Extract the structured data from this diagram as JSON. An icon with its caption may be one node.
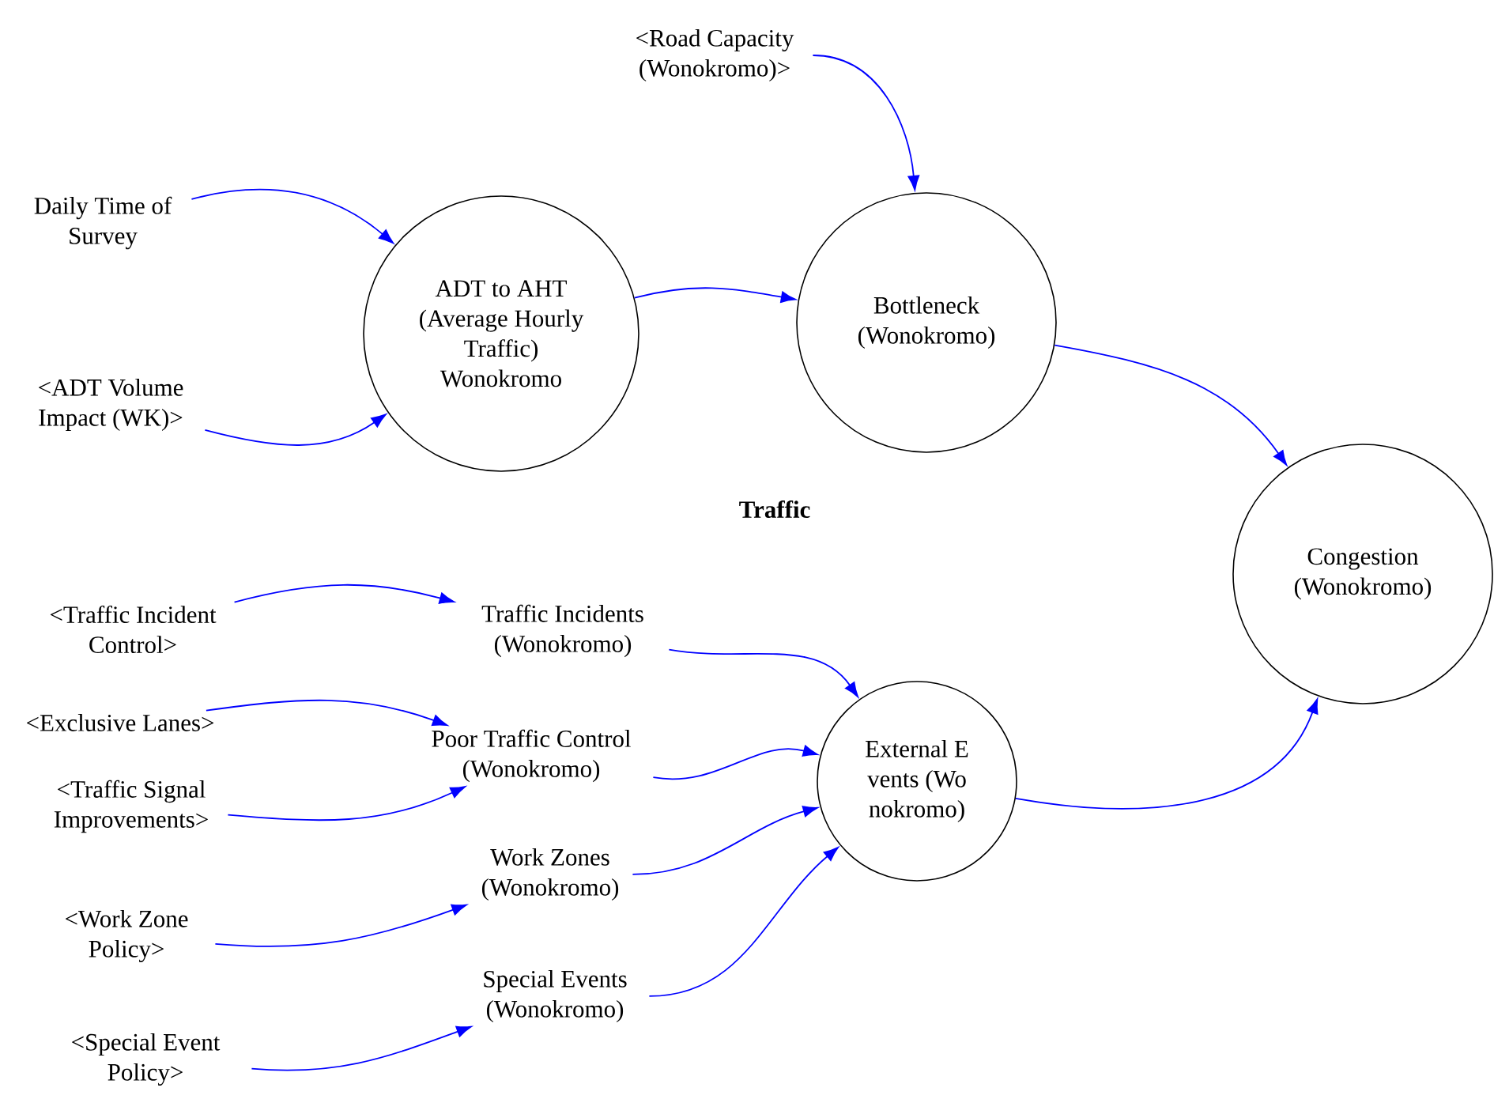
{
  "diagram": {
    "nodes": [
      {
        "text": [
          "<Road Capacity (Wonokromo)>"
        ]
      },
      {
        "text": [
          "Daily Time of Survey"
        ]
      },
      {
        "text": [
          "<ADT Volume Impact (WK)>"
        ]
      },
      {
        "text": [
          "ADT to AHT (Average Hourly Traffic) Wonokromo"
        ]
      },
      {
        "text": [
          "Bottleneck (Wonokromo)"
        ]
      },
      {
        "text": [
          "Congestion (Wonokromo)"
        ]
      },
      {
        "text": [
          "<Traffic Incident Control>"
        ]
      },
      {
        "text": [
          "Traffic Incidents (Wonokromo)"
        ]
      },
      {
        "text": [
          "<Exclusive Lanes>"
        ]
      },
      {
        "text": [
          "Poor Traffic Control (Wonokromo)"
        ]
      },
      {
        "text": [
          "<Traffic Signal Improvements>"
        ]
      },
      {
        "text": [
          "External E vents (Wo nokromo)"
        ]
      },
      {
        "text": [
          "Work Zones (Wonokromo)"
        ]
      },
      {
        "text": [
          "<Work Zone Policy>"
        ]
      },
      {
        "text": [
          "Special Events (Wonokromo)"
        ]
      },
      {
        "text": [
          "<Special Event Policy>"
        ]
      }
    ],
    "edges": [
      {
        "from": 0,
        "to": 4,
        "arrow": "to"
      },
      {
        "from": 1,
        "to": 3,
        "arrow": "to"
      },
      {
        "from": 2,
        "to": 3,
        "arrow": "to"
      },
      {
        "from": 3,
        "to": 4,
        "arrow": "to"
      },
      {
        "from": 4,
        "to": 5,
        "arrow": "to"
      },
      {
        "from": 6,
        "to": 7,
        "arrow": "to"
      },
      {
        "from": 8,
        "to": 9,
        "arrow": "to"
      },
      {
        "from": 10,
        "to": 9,
        "arrow": "to"
      },
      {
        "from": 7,
        "to": 11,
        "arrow": "to"
      },
      {
        "from": 9,
        "to": 11,
        "arrow": "to"
      },
      {
        "from": 12,
        "to": 11,
        "arrow": "to"
      },
      {
        "from": 13,
        "to": 12,
        "arrow": "to"
      },
      {
        "from": 14,
        "to": 11,
        "arrow": "to"
      },
      {
        "from": 15,
        "to": 14,
        "arrow": "to"
      },
      {
        "from": 11,
        "to": 5,
        "arrow": "to"
      }
    ],
    "labels": [
      "Traffic"
    ]
  }
}
